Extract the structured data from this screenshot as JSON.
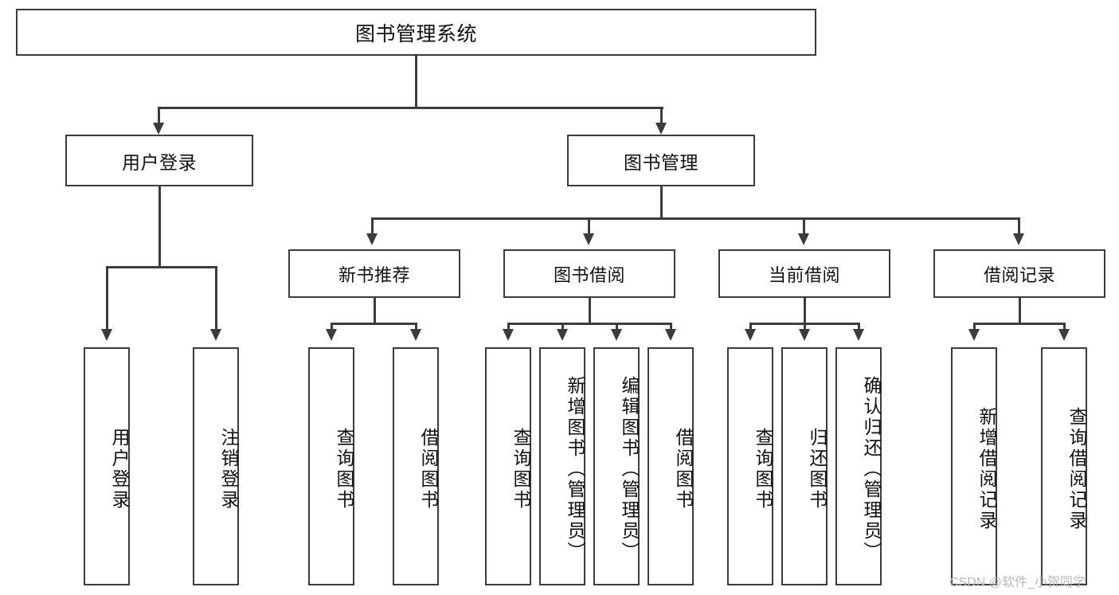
{
  "diagram": {
    "type": "tree-hierarchy",
    "title": "图书管理系统",
    "orientation": "top-down",
    "colors": {
      "stroke": "#3c3c3c",
      "fill": "#ffffff",
      "text": "#111111",
      "watermark": "#b9b9b9"
    },
    "nodes": {
      "root": {
        "label": "图书管理系统"
      },
      "level2": [
        {
          "id": "user-login",
          "label": "用户登录"
        },
        {
          "id": "book-manage",
          "label": "图书管理"
        }
      ],
      "level3": [
        {
          "id": "new-book-recommend",
          "label": "新书推荐"
        },
        {
          "id": "book-borrow",
          "label": "图书借阅"
        },
        {
          "id": "current-borrow",
          "label": "当前借阅"
        },
        {
          "id": "borrow-record",
          "label": "借阅记录"
        }
      ],
      "leaves": {
        "user_login": [
          {
            "id": "leaf-user-login",
            "label": "用户登录"
          },
          {
            "id": "leaf-logout",
            "label": "注销登录"
          }
        ],
        "new_book_recommend": [
          {
            "id": "leaf-query-book-1",
            "label": "查询图书"
          },
          {
            "id": "leaf-borrow-book-1",
            "label": "借阅图书"
          }
        ],
        "book_borrow": [
          {
            "id": "leaf-query-book-2",
            "label": "查询图书"
          },
          {
            "id": "leaf-add-book",
            "label": "新增图书（管理员）"
          },
          {
            "id": "leaf-edit-book",
            "label": "编辑图书（管理员）"
          },
          {
            "id": "leaf-borrow-book-2",
            "label": "借阅图书"
          }
        ],
        "current_borrow": [
          {
            "id": "leaf-query-book-3",
            "label": "查询图书"
          },
          {
            "id": "leaf-return-book",
            "label": "归还图书"
          },
          {
            "id": "leaf-confirm-return",
            "label": "确认归还（管理员）"
          }
        ],
        "borrow_record": [
          {
            "id": "leaf-add-record",
            "label": "新增借阅记录"
          },
          {
            "id": "leaf-query-record",
            "label": "查询借阅记录"
          }
        ]
      }
    },
    "watermark": "CSDN @软件_小贺同学"
  }
}
